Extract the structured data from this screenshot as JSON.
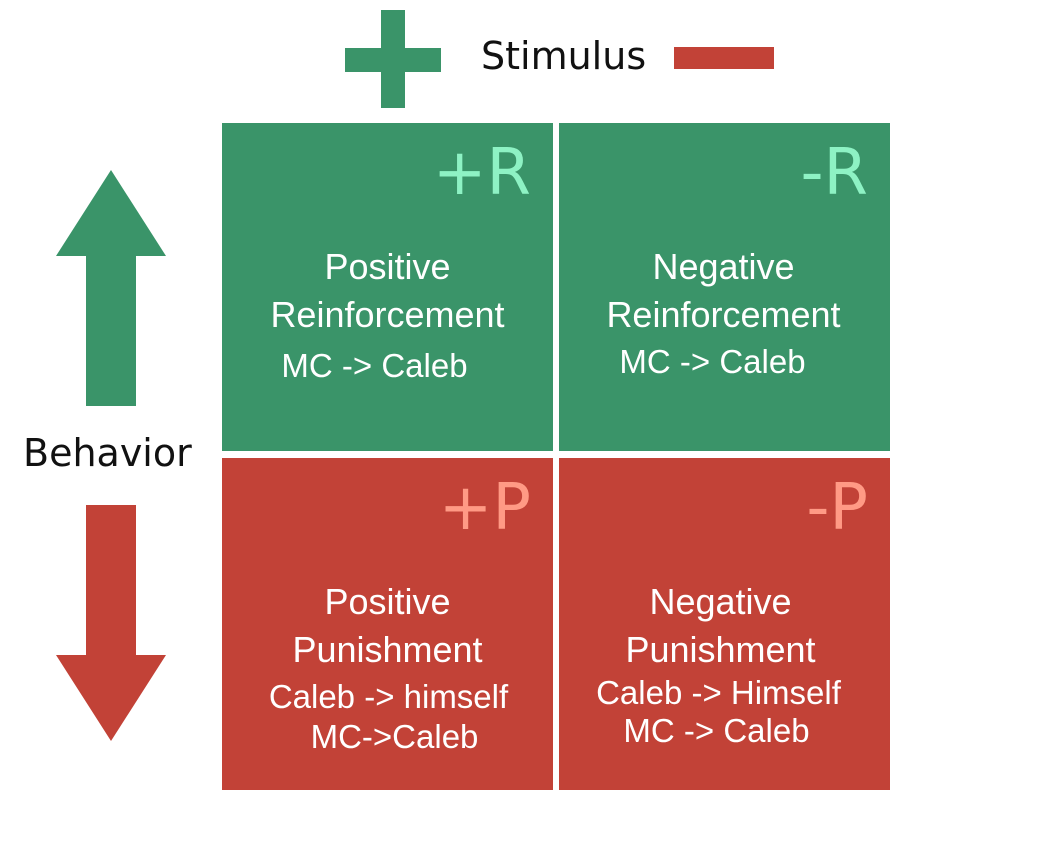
{
  "colors": {
    "green": "#3a9469",
    "red": "#c24237",
    "green_code": "#8ef2c4",
    "red_code": "#ff9a85",
    "text": "#111111"
  },
  "axis": {
    "stimulus_label": "Stimulus",
    "behavior_label": "Behavior",
    "stimulus_positive_icon": "plus-icon",
    "stimulus_negative_icon": "minus-icon",
    "behavior_up_icon": "arrow-up-icon",
    "behavior_down_icon": "arrow-down-icon"
  },
  "quadrants": [
    {
      "code": "+R",
      "title_line1": "Positive",
      "title_line2": "Reinforcement",
      "subtext": [
        "MC -> Caleb"
      ]
    },
    {
      "code": "-R",
      "title_line1": "Negative",
      "title_line2": "Reinforcement",
      "subtext": [
        "MC -> Caleb"
      ]
    },
    {
      "code": "+P",
      "title_line1": "Positive",
      "title_line2": "Punishment",
      "subtext": [
        "Caleb -> himself",
        "MC->Caleb"
      ]
    },
    {
      "code": "-P",
      "title_line1": "Negative",
      "title_line2": "Punishment",
      "subtext": [
        "Caleb -> Himself",
        "MC -> Caleb"
      ]
    }
  ]
}
